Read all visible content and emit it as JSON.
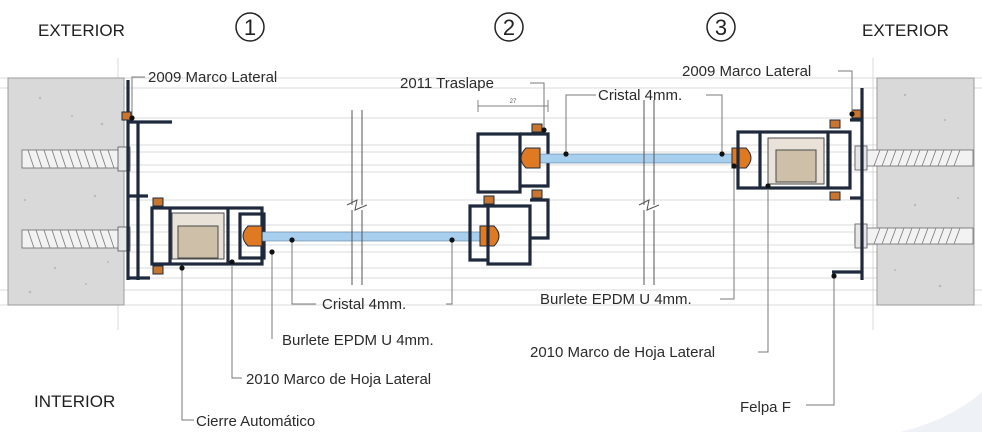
{
  "labels": {
    "exterior_left": "EXTERIOR",
    "exterior_right": "EXTERIOR",
    "interior": "INTERIOR",
    "num_1": "1",
    "num_2": "2",
    "num_3": "3",
    "marco_lateral_left": "2009  Marco Lateral",
    "marco_lateral_right": "2009  Marco Lateral",
    "traslape": "2011  Traslape",
    "dimension": "27",
    "cristal_top": "Cristal 4mm.",
    "cristal_bottom": "Cristal 4mm.",
    "burlete_left": "Burlete EPDM U 4mm.",
    "burlete_right": "Burlete EPDM U 4mm.",
    "marco_hoja_left": "2010  Marco de Hoja Lateral",
    "marco_hoja_right": "2010 Marco de Hoja Lateral",
    "cierre": "Cierre Automático",
    "felpa": "Felpa F"
  },
  "colors": {
    "profile": "#1e2a3c",
    "glass": "#a9cfee",
    "gasket": "#e07a22",
    "wall": "#d9d9d9",
    "block": "#cdbfa8",
    "pad": "#c8752e"
  }
}
